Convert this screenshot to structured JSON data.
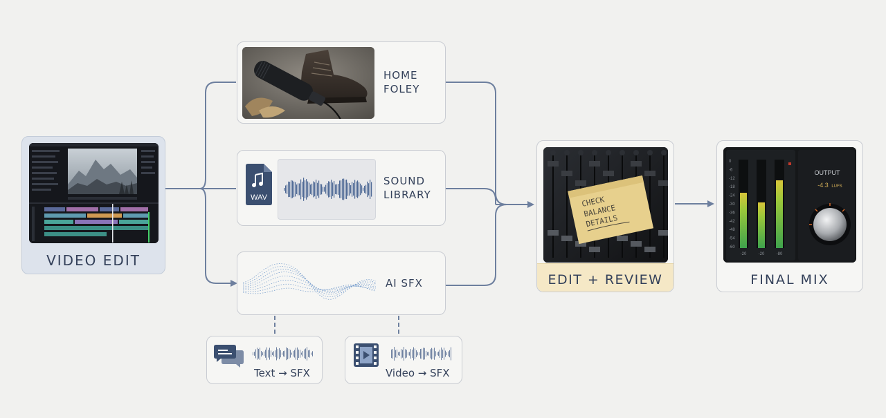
{
  "stages": {
    "video_edit": {
      "label": "VIDEO EDIT"
    },
    "home_foley": {
      "line1": "HOME",
      "line2": "FOLEY"
    },
    "sound_library": {
      "line1": "SOUND",
      "line2": "LIBRARY",
      "file_badge": "WAV"
    },
    "ai_sfx": {
      "label": "AI SFX"
    },
    "edit_review": {
      "label": "EDIT + REVIEW",
      "note_lines": [
        "CHECK",
        "BALANCE",
        "DETAILS"
      ]
    },
    "final_mix": {
      "label": "FINAL MIX",
      "output_title": "OUTPUT",
      "loudness_value": "-4.3",
      "loudness_unit": "LUFS",
      "meter_scale": [
        "0",
        "-6",
        "-12",
        "-18",
        "-24",
        "-30",
        "-36",
        "-42",
        "-48",
        "-54",
        "-60"
      ],
      "meter_bottom_labels": [
        "-20",
        "-20",
        "-80"
      ]
    }
  },
  "ai_modes": [
    {
      "label": "Text → SFX",
      "icon": "chat-bubbles-icon"
    },
    {
      "label": "Video → SFX",
      "icon": "film-play-icon"
    }
  ],
  "colors": {
    "connector": "#6d7f9e",
    "review_band": "#f5e8c6",
    "video_card": "#dde3ec",
    "card_border": "#c9ccd2"
  }
}
